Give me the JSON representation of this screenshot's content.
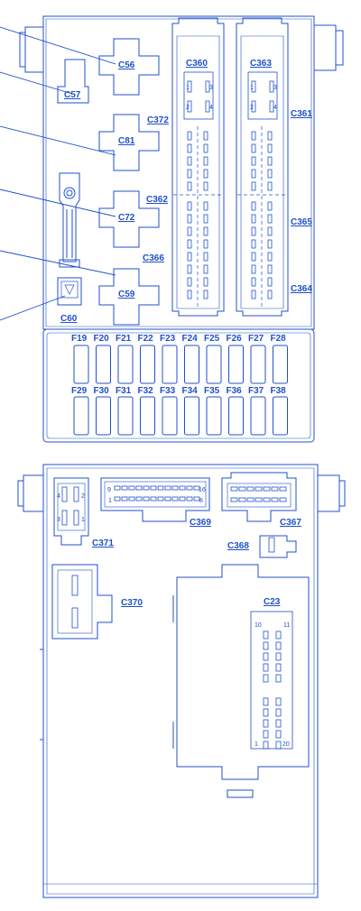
{
  "diagram": {
    "color": "#2050c8",
    "connectors_top": [
      "C56",
      "C57",
      "C81",
      "C72",
      "C59",
      "C60"
    ],
    "connectors_right": [
      "C360",
      "C363",
      "C372",
      "C361",
      "C362",
      "C365",
      "C366",
      "C364"
    ],
    "fuses_row1": [
      "F19",
      "F20",
      "F21",
      "F22",
      "F23",
      "F24",
      "F25",
      "F26",
      "F27",
      "F28"
    ],
    "fuses_row2": [
      "F29",
      "F30",
      "F31",
      "F32",
      "F33",
      "F34",
      "F35",
      "F36",
      "F37",
      "F38"
    ],
    "connectors_bottom": [
      "C371",
      "C369",
      "C367",
      "C368",
      "C370",
      "C23"
    ],
    "pin_numbers": {
      "c360": [
        "1",
        "3",
        "2",
        "4"
      ],
      "c363": [
        "1",
        "3",
        "2",
        "4"
      ],
      "c371": [
        "4",
        "2",
        "3",
        "1"
      ],
      "c369": [
        "9",
        "16",
        "1",
        "8"
      ],
      "c23": [
        "10",
        "11",
        "1",
        "20"
      ]
    }
  }
}
